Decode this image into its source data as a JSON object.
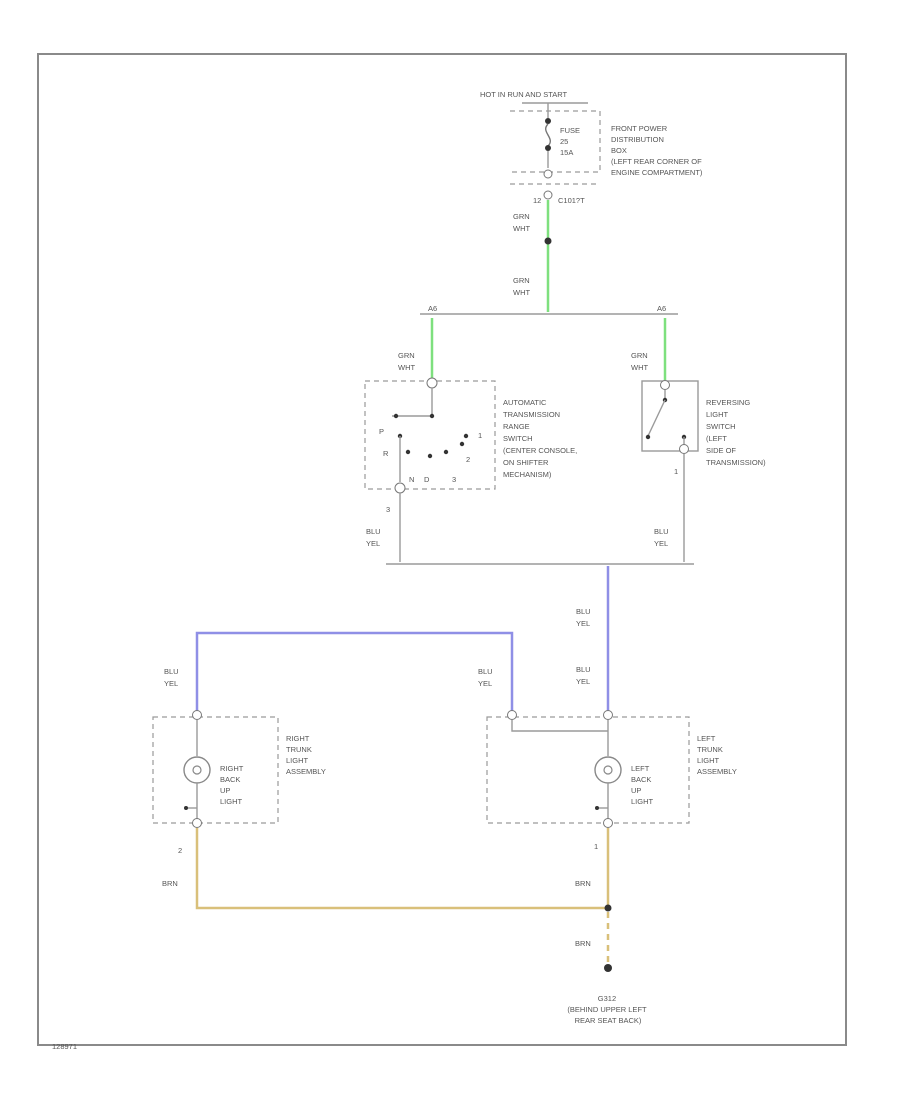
{
  "colors": {
    "grn_wht": "#7ee07e",
    "blu_yel": "#8f8fe6",
    "brn": "#d9c07a",
    "line": "#9a9a9a",
    "node": "#333333"
  },
  "power": {
    "label": "HOT IN RUN AND START"
  },
  "fuse": {
    "lines": [
      "FUSE",
      "25",
      "15A"
    ]
  },
  "fuse_box": {
    "lines": [
      "FRONT POWER",
      "DISTRIBUTION",
      "BOX",
      "(LEFT REAR CORNER OF",
      "ENGINE COMPARTMENT)"
    ]
  },
  "connector_c101": {
    "pin": "12",
    "name": "C101?T"
  },
  "wires": {
    "top_color_1": [
      "GRN",
      "WHT"
    ],
    "top_color_2": [
      "GRN",
      "WHT"
    ],
    "left_branch_pin": "A6",
    "right_branch_pin": "A6",
    "left_branch_color": [
      "GRN",
      "WHT"
    ],
    "right_branch_color": [
      "GRN",
      "WHT"
    ],
    "range_out_color": [
      "BLU",
      "YEL"
    ],
    "reverse_out_color": [
      "BLU",
      "YEL"
    ],
    "trunk_color_1": [
      "BLU",
      "YEL"
    ],
    "trunk_color_2": [
      "BLU",
      "YEL"
    ],
    "right_lamp_color": [
      "BLU",
      "YEL"
    ],
    "left_lamp_color": [
      "BLU",
      "YEL"
    ],
    "right_ground_pin": "2",
    "left_ground_pin": "1",
    "right_ground_color": "BRN",
    "left_ground_color": "BRN",
    "ground_color": "BRN"
  },
  "range_switch": {
    "lines": [
      "AUTOMATIC",
      "TRANSMISSION",
      "RANGE",
      "SWITCH",
      "(CENTER CONSOLE,",
      "ON SHIFTER",
      "MECHANISM)"
    ],
    "positions": [
      "P",
      "R",
      "N",
      "D",
      "3",
      "2",
      "1"
    ],
    "out_pin": "3"
  },
  "reversing_switch": {
    "lines": [
      "REVERSING",
      "LIGHT",
      "SWITCH",
      "(LEFT",
      "SIDE OF",
      "TRANSMISSION)"
    ],
    "out_pin": "1"
  },
  "right_trunk_light": {
    "assembly_lines": [
      "RIGHT",
      "TRUNK",
      "LIGHT",
      "ASSEMBLY"
    ],
    "bulb_lines": [
      "RIGHT",
      "BACK",
      "UP",
      "LIGHT"
    ]
  },
  "left_trunk_light": {
    "assembly_lines": [
      "LEFT",
      "TRUNK",
      "LIGHT",
      "ASSEMBLY"
    ],
    "bulb_lines": [
      "LEFT",
      "BACK",
      "UP",
      "LIGHT"
    ]
  },
  "ground": {
    "lines": [
      "G312",
      "(BEHIND UPPER LEFT",
      "REAR SEAT BACK)"
    ]
  },
  "figure_id": "128971"
}
